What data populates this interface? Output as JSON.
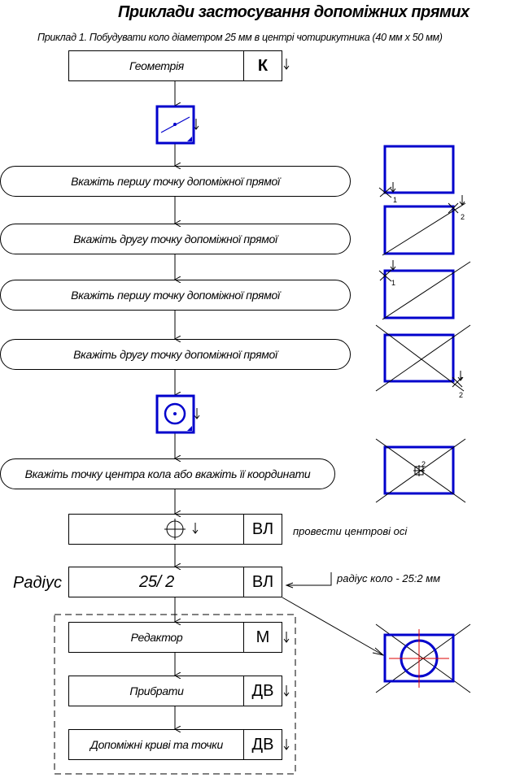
{
  "title": "Приклади застосування допоміжних прямих",
  "subtitle": "Приклад 1. Побудувати коло діаметром 25 мм в центрі чотирикутника (40 мм х 50 мм)",
  "flow": {
    "geometry": {
      "label": "Геометрія",
      "key": "К"
    },
    "prompts": [
      "Вкажіть першу точку допоміжної прямої",
      "Вкажіть другу точку допоміжної прямої",
      "Вкажіть першу точку допоміжної прямої",
      "Вкажіть другу точку допоміжної прямої"
    ],
    "circle_prompt": "Вкажіть точку центра кола або вкажіть її координати",
    "center_axes": {
      "key": "ВЛ",
      "note": "провести центрові осі"
    },
    "radius": {
      "side_label": "Радіус",
      "value": "25/ 2",
      "key": "ВЛ",
      "note": "радіус коло - 25:2 мм"
    },
    "editor": {
      "label": "Редактор",
      "key": "М"
    },
    "remove": {
      "label": "Прибрати",
      "key": "ДВ"
    },
    "aux": {
      "label": "Допоміжні криві та точки",
      "key": "ДВ"
    }
  },
  "sketch_markers": [
    "1",
    "2",
    "1",
    "2",
    "2"
  ],
  "colors": {
    "blue": "#0000cc",
    "red": "#dd0000",
    "line": "#000000"
  }
}
